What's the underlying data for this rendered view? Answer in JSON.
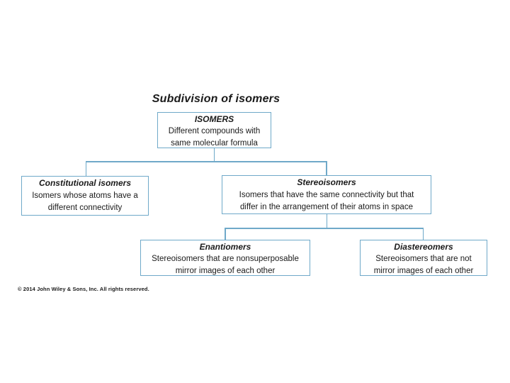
{
  "title": "Subdivision of isomers",
  "copyright": "© 2014 John Wiley & Sons, Inc. All rights reserved.",
  "colors": {
    "line": "#6fa9c9",
    "text": "#1a1a1a",
    "background": "#ffffff"
  },
  "nodes": {
    "isomers": {
      "heading": "ISOMERS",
      "lines": [
        "Different compounds with",
        "same molecular formula"
      ]
    },
    "constitutional": {
      "heading": "Constitutional isomers",
      "lines": [
        "Isomers whose atoms have a",
        "different connectivity"
      ]
    },
    "stereoisomers": {
      "heading": "Stereoisomers",
      "lines": [
        "Isomers that have the same connectivity but that",
        "differ in the arrangement of their atoms in space"
      ]
    },
    "enantiomers": {
      "heading": "Enantiomers",
      "lines": [
        "Stereoisomers that are nonsuperposable",
        "mirror images of each other"
      ]
    },
    "diastereomers": {
      "heading": "Diastereomers",
      "lines": [
        "Stereoisomers that are not",
        "mirror images of each other"
      ]
    }
  }
}
